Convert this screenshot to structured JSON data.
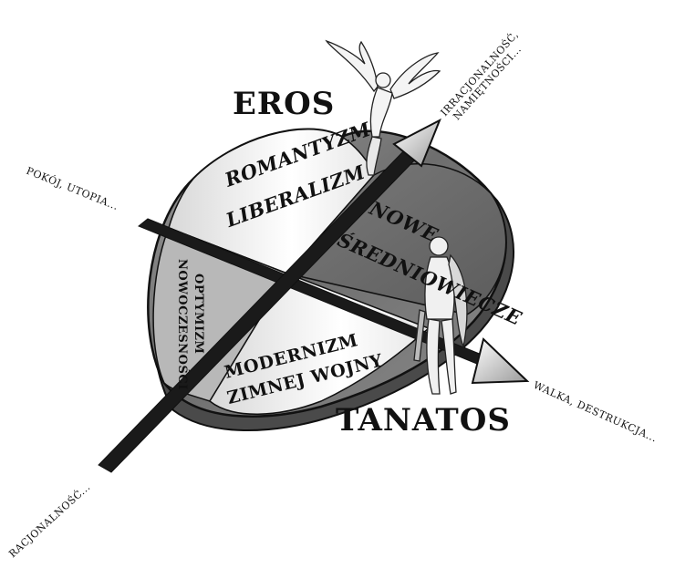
{
  "titles": {
    "eros": "EROS",
    "tanatos": "TANATOS"
  },
  "axis_ends": {
    "upper_right": [
      "IRRACJONALNOŚĆ,",
      "NAMIĘTNOŚCI..."
    ],
    "lower_left": "RACJONALNOŚĆ...",
    "upper_left": "POKÓJ, UTOPIA...",
    "lower_right": "WALKA, DESTRUKCJA..."
  },
  "regions": {
    "top_left": [
      "ROMANTYZM",
      "LIBERALIZM"
    ],
    "top_right": [
      "NOWE",
      "ŚREDNIOWIECZE"
    ],
    "left": [
      "OPTYMIZM",
      "NOWOCZESNOŚCI"
    ],
    "bottom": [
      "MODERNIZM",
      "ZIMNEJ WOJNY"
    ]
  },
  "figures": {
    "eros_figure": "winged cupid figure",
    "tanatos_figure": "standing winged youth figure"
  },
  "colors": {
    "ink": "#111111",
    "heart_dark": "#7a7a7a",
    "heart_light": "#e8e8e8",
    "background": "#ffffff"
  }
}
